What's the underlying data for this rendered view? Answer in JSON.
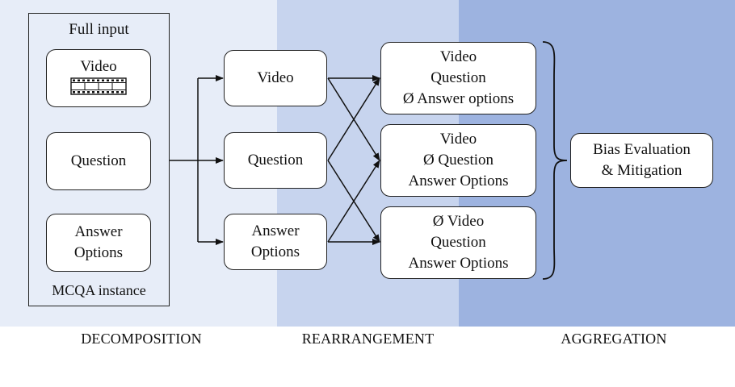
{
  "input_frame": {
    "title": "Full input",
    "caption": "MCQA instance",
    "video_label": "Video",
    "question_label": "Question",
    "answer_label_lines": [
      "Answer",
      "Options"
    ]
  },
  "decomposition": {
    "video": "Video",
    "question": "Question",
    "answer_lines": [
      "Answer",
      "Options"
    ]
  },
  "rearrangement": [
    {
      "lines": [
        "Video",
        "Question",
        "Ø Answer options"
      ]
    },
    {
      "lines": [
        "Video",
        "Ø Question",
        "Answer Options"
      ]
    },
    {
      "lines": [
        "Ø Video",
        "Question",
        "Answer Options"
      ]
    }
  ],
  "aggregation": {
    "lines": [
      "Bias Evaluation",
      "& Mitigation"
    ]
  },
  "phases": {
    "decomposition": "DECOMPOSITION",
    "rearrangement": "REARRANGEMENT",
    "aggregation": "AGGREGATION"
  },
  "icons": {
    "film": "film-strip-icon"
  }
}
